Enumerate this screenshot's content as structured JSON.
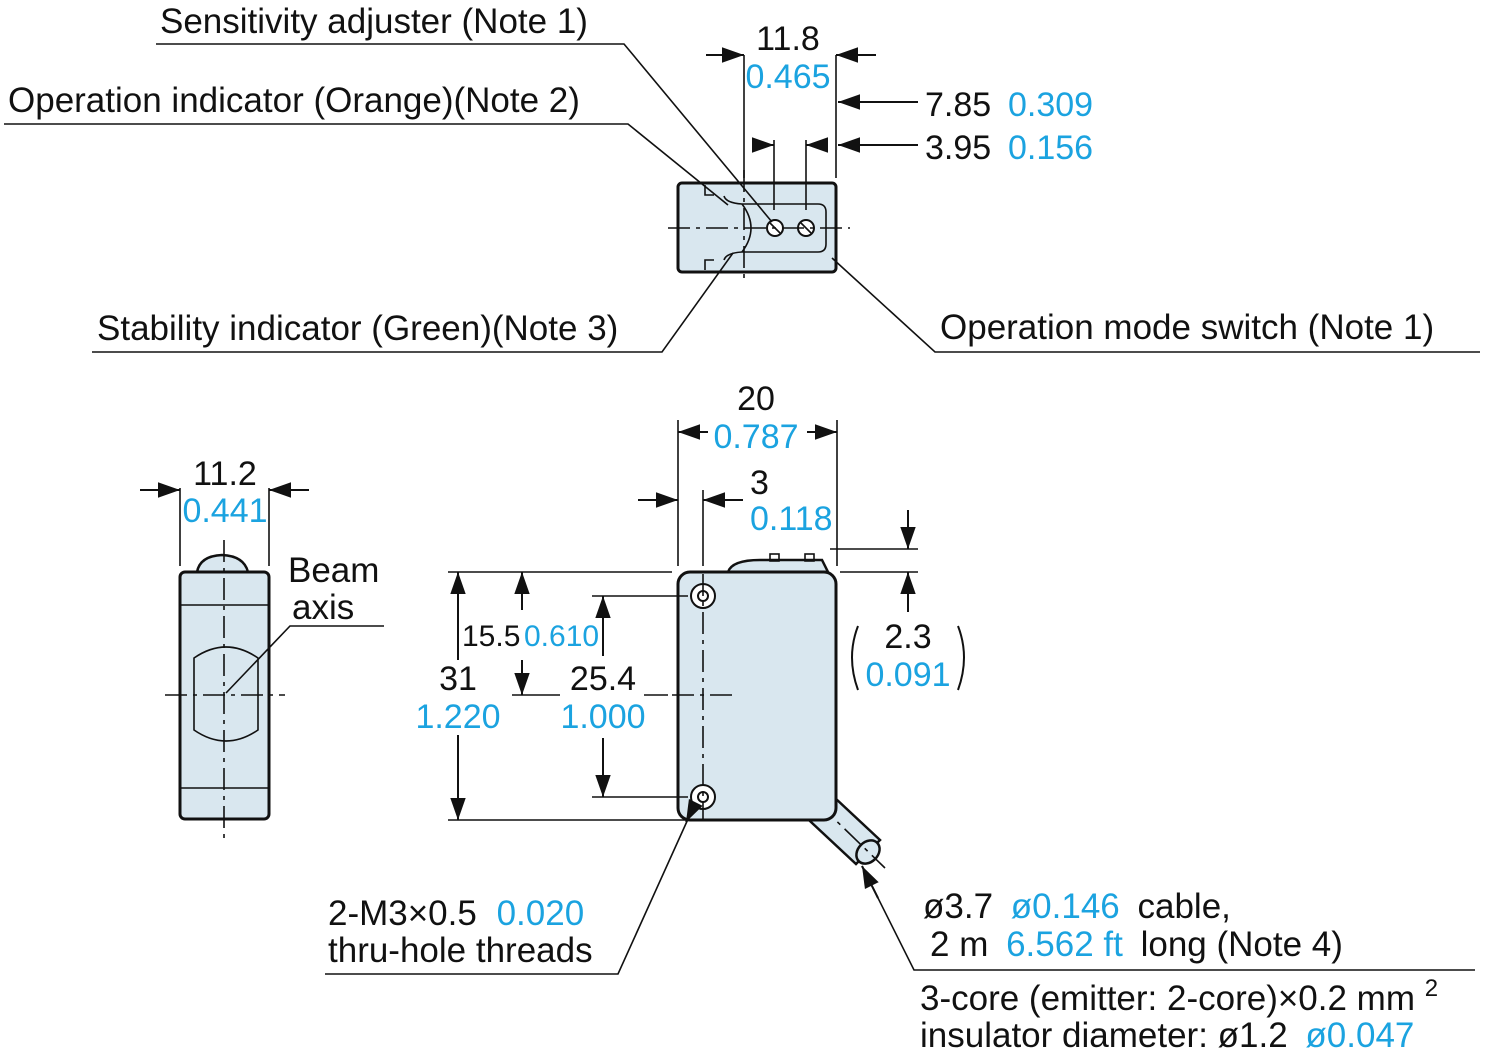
{
  "colors": {
    "ink": "#111111",
    "metric_blue": "#1ba3e0",
    "housing": "#d9e7ef"
  },
  "top_view": {
    "labels": {
      "sensitivity_adjuster": "Sensitivity adjuster (Note 1)",
      "operation_indicator": "Operation indicator (Orange)(Note 2)",
      "stability_indicator": "Stability indicator (Green)(Note 3)",
      "operation_mode_switch": "Operation mode switch (Note 1)"
    },
    "dims": {
      "width_mm": "11.8",
      "width_in": "0.465",
      "offset1_mm": "7.85",
      "offset1_in": "0.309",
      "offset2_mm": "3.95",
      "offset2_in": "0.156"
    }
  },
  "side_view": {
    "dims": {
      "width_mm": "11.2",
      "width_in": "0.441"
    },
    "labels": {
      "beam_line1": "Beam",
      "beam_line2": "axis"
    }
  },
  "front_view": {
    "dims": {
      "width_mm": "20",
      "width_in": "0.787",
      "edge_mm": "3",
      "edge_in": "0.118",
      "height_mm": "31",
      "height_in": "1.220",
      "upper_mm": "15.5",
      "upper_in": "0.610",
      "pitch_mm": "25.4",
      "pitch_in": "1.000",
      "top_mm": "2.3",
      "top_in": "0.091"
    },
    "threads": {
      "line1_mm": "2-M3×0.5",
      "line1_in": "0.020",
      "line2": "thru-hole threads"
    },
    "cable": {
      "l1_a": "ø3.7",
      "l1_b": "ø0.146",
      "l1_c": "cable,",
      "l2_a": "2 m",
      "l2_b": "6.562 ft",
      "l2_c": "long (Note 4)",
      "l3": "3-core (emitter: 2-core)×0.2 mm",
      "l3_sup": "2",
      "l4_a": "insulator diameter: ø1.2",
      "l4_b": "ø0.047"
    }
  }
}
